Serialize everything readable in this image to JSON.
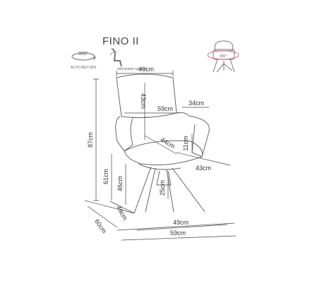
{
  "product": {
    "name": "FINO II"
  },
  "icons": {
    "rotation": {
      "label": "360°",
      "icon": "rotation-icon"
    },
    "auto_return": {
      "label": "AUTO-RETURN"
    },
    "tilt": {
      "label": "odchylanie oparcia",
      "icon": "chair-tilt-icon"
    },
    "swivel_thumbnail": {
      "label": "360°",
      "icon": "swivel-chair-icon"
    }
  },
  "dimensions": {
    "back_width_top": "46cm",
    "back_height": "43cm",
    "inner_width": "59cm",
    "armrest_depth": "34cm",
    "seat_depth": "44cm",
    "armrest_height": "11cm",
    "total_height": "87cm",
    "seat_width": "43cm",
    "arm_height": "61cm",
    "seat_height": "46cm",
    "leg_height": "25cm",
    "base_depth": "49cm",
    "base_width": "49cm",
    "total_depth": "60cm",
    "total_width": "59cm"
  }
}
